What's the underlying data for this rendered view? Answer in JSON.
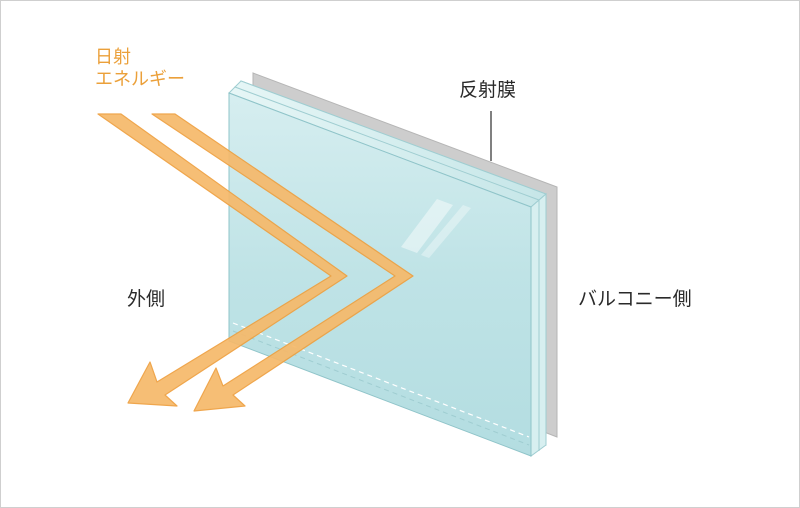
{
  "labels": {
    "energy_line1": "日射",
    "energy_line2": "エネルギー",
    "reflective_film": "反射膜",
    "outside": "外側",
    "balcony_side": "バルコニー側"
  },
  "colors": {
    "energy_text": "#eba03a",
    "arrow_fill": "#f6b96a",
    "arrow_stroke": "#ee9f3e",
    "glass_face": "#bfe3e6",
    "glass_edge": "#dff2f2",
    "film": "#c9c9c9"
  }
}
